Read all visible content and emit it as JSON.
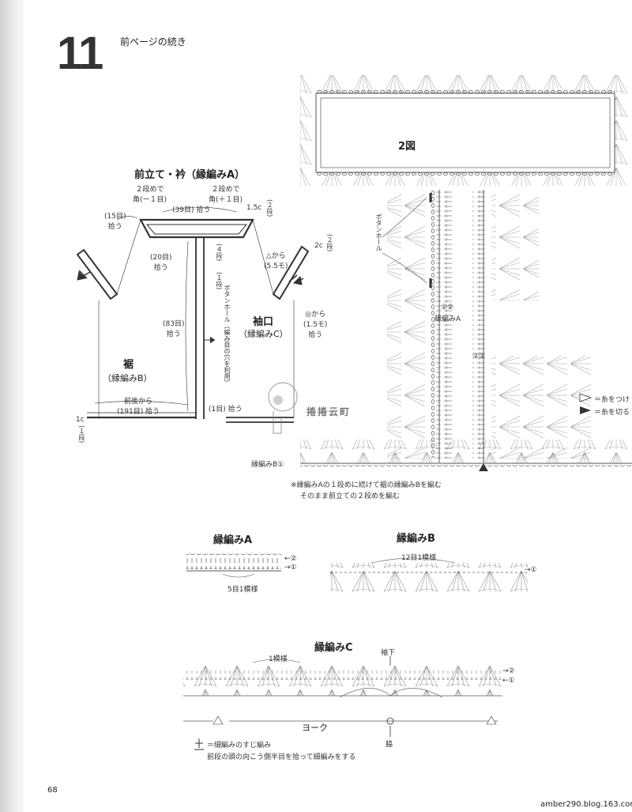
{
  "page": {
    "number_big": "11",
    "continued": "前ページの続き",
    "page_num": "68",
    "footer_url": "amber290.blog.163.com",
    "watermark": "捲捲云町"
  },
  "schematic": {
    "title": "前立て・衿（縁編みA）",
    "labels": {
      "corner_minus": "２段めで\n角(ー１目)",
      "corner_plus": "２段めで\n角(＋１目)",
      "pick39": "(39目) 拾う",
      "c15": "1.5c",
      "rows2a": "(２段)",
      "pick15": "(15目)\n拾う",
      "pick20": "(20目)\n拾う",
      "rows4": "(４段)",
      "rows1a": "(１段)",
      "from55": "△から\n(5.5モ)",
      "c2": "2c",
      "rows2b": "(２段)",
      "buttonhole": "ボタンホール（編み目の穴を利用）",
      "pick83": "(83目)\n拾う",
      "sleeve_title": "袖口",
      "sleeve_sub": "（縁編みC）",
      "from15": "◎から\n(1.5モ)\n拾う",
      "hem_title": "裾",
      "hem_sub": "（縁編みB）",
      "frontback": "前後から\n(191目) 拾う",
      "pick1": "(1目) 拾う",
      "c1": "1c",
      "rows1b": "(１段)"
    }
  },
  "fig2": {
    "label": "2図",
    "buttonhole": "ボタンホール",
    "rows12": "①②",
    "edgeA": "縁編みA",
    "rows21": "②①",
    "edgeB": "縁編みB①",
    "legend_attach": "＝糸をつけ",
    "legend_cut": "＝糸を切る",
    "note1": "※縁編みAの１段めに続けて裾の縁編みBを編む",
    "note2": "そのまま前立ての２段めを編む"
  },
  "edge_a": {
    "title": "縁編みA",
    "row2": "←②",
    "row1": "→①",
    "repeat": "5目1模様"
  },
  "edge_b": {
    "title": "縁編みB",
    "repeat": "12目1模様",
    "row1": "→①"
  },
  "edge_c": {
    "title": "縁編みC",
    "repeat": "1模様",
    "under_sleeve": "袖下",
    "row2": "→②",
    "row1": "←①",
    "yoke": "ヨーク",
    "armpit": "脇",
    "legend": "＝細編みのすじ編み",
    "legend_desc": "前段の頭の向こう側半目を拾って細編みをする"
  }
}
